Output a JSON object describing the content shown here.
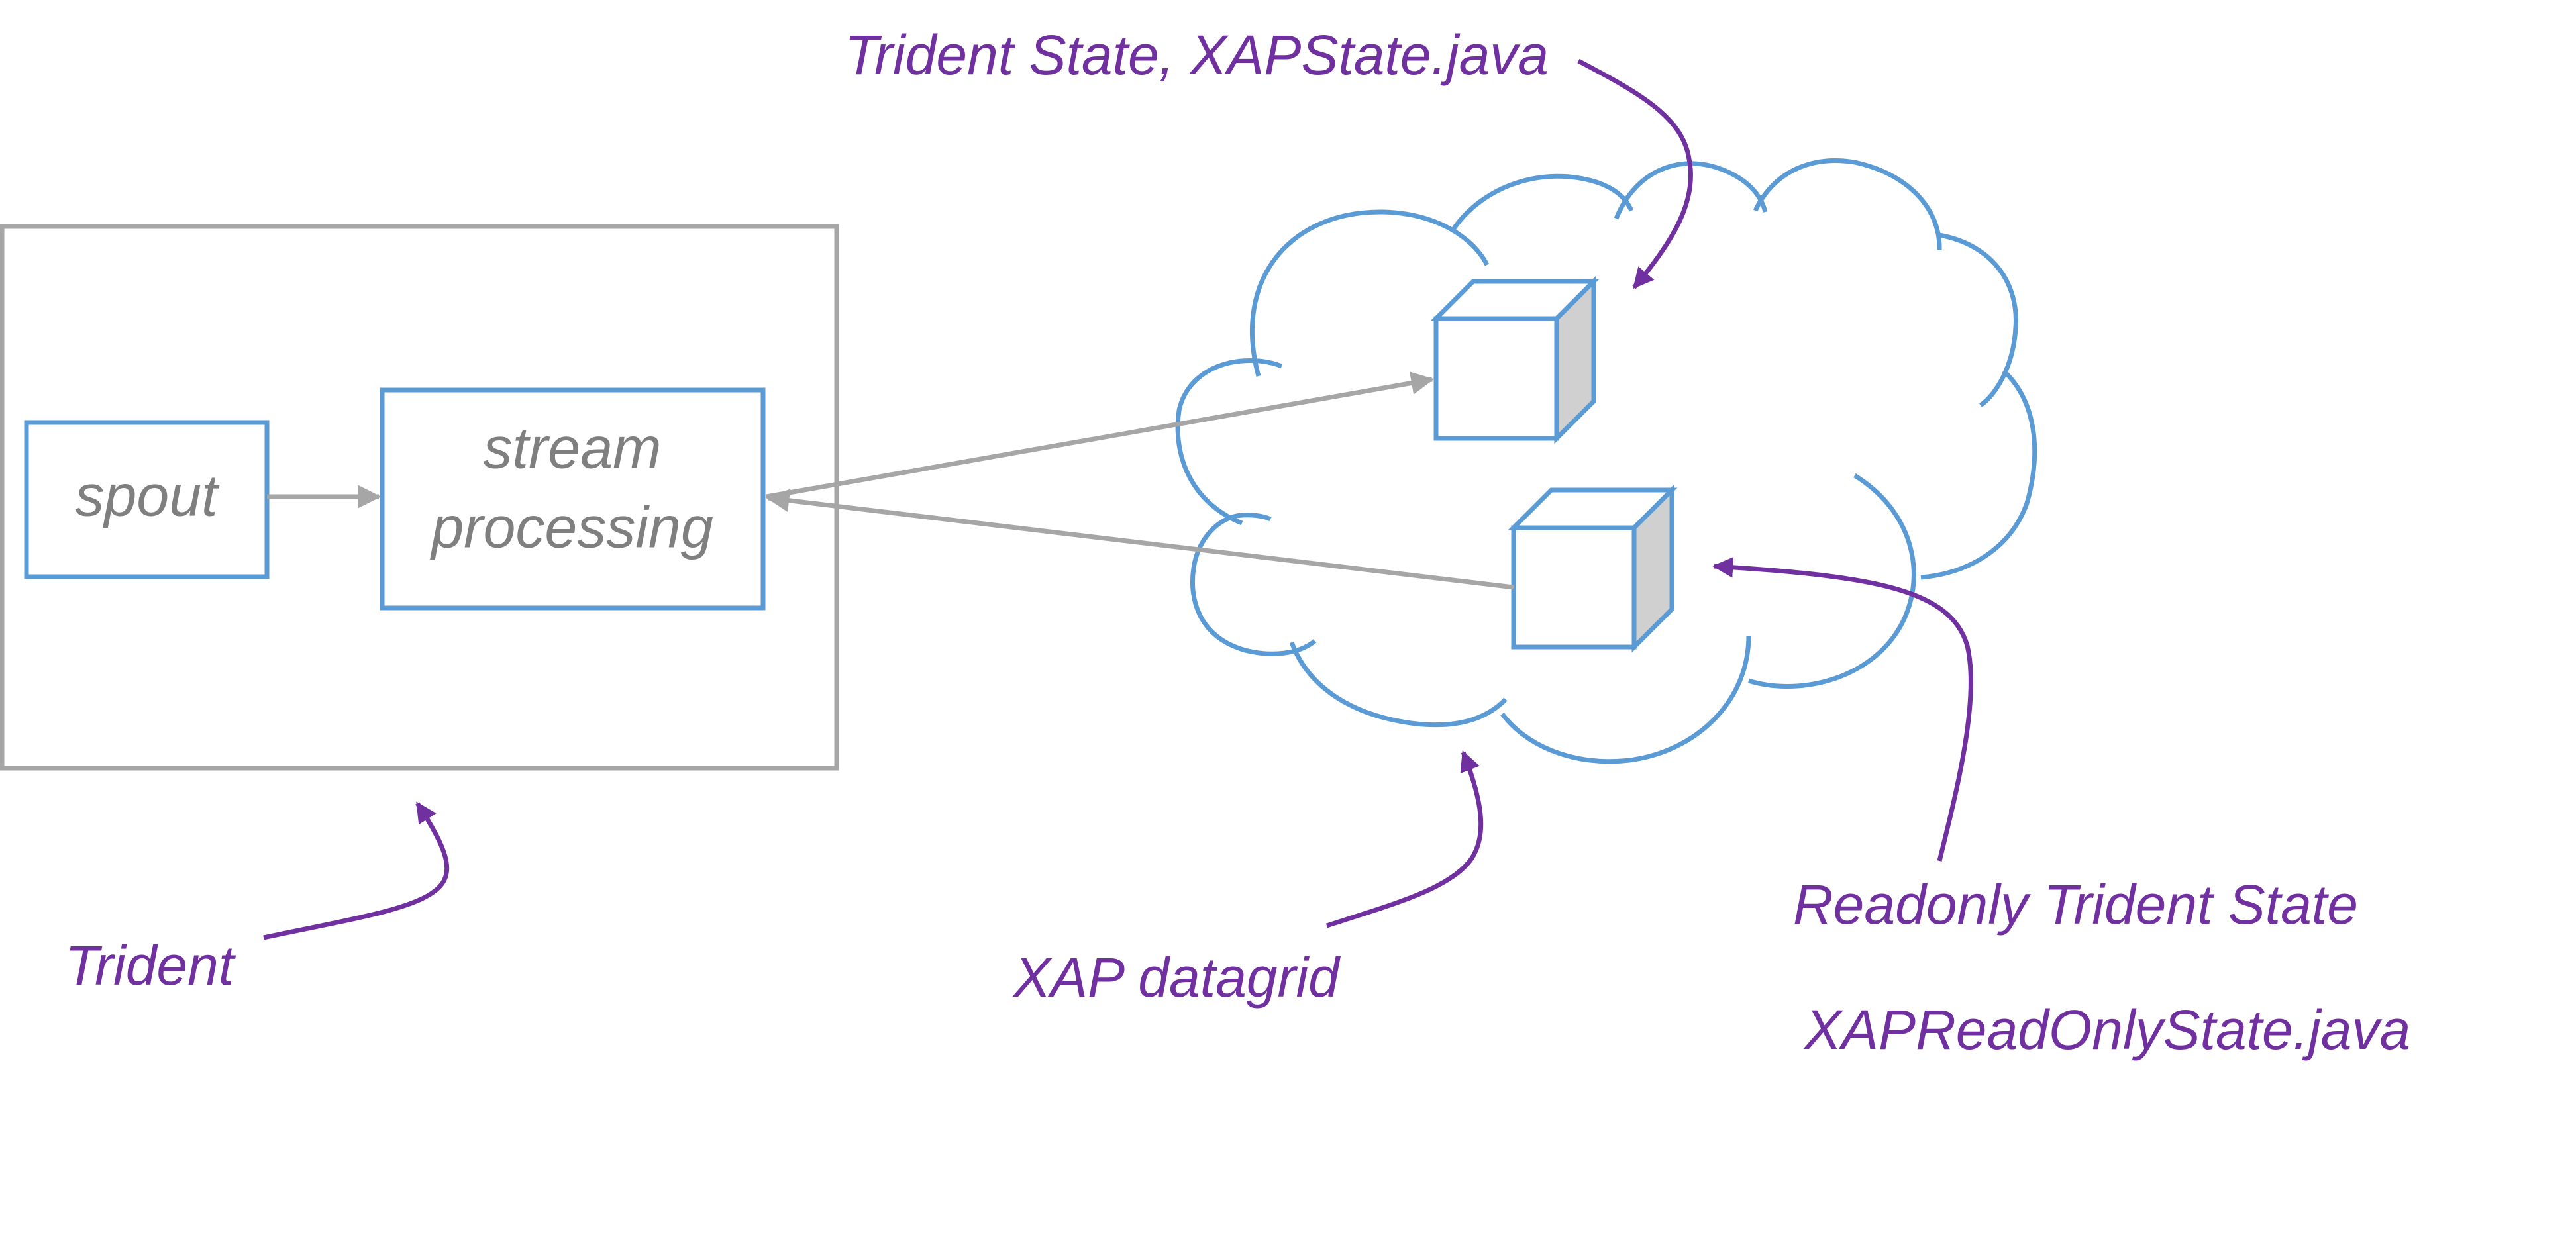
{
  "boxes": {
    "spout": "spout",
    "stream_processing": [
      "stream",
      "processing"
    ]
  },
  "annotations": {
    "trident": "Trident",
    "trident_state": "Trident State, XAPState.java",
    "xap_datagrid": "XAP datagrid",
    "readonly_state": "Readonly Trident State",
    "readonly_state_file": "XAPReadOnlyState.java"
  },
  "colors": {
    "box_stroke": "#5b9bd5",
    "container_stroke": "#a6a6a6",
    "arrow_gray": "#a6a6a6",
    "annotation_purple": "#7030a0",
    "label_gray": "#7f7f7f",
    "cube_side": "#d0d0d0"
  },
  "icons": {
    "datagrid": "cloud-icon",
    "state_store": "cube-icon"
  }
}
